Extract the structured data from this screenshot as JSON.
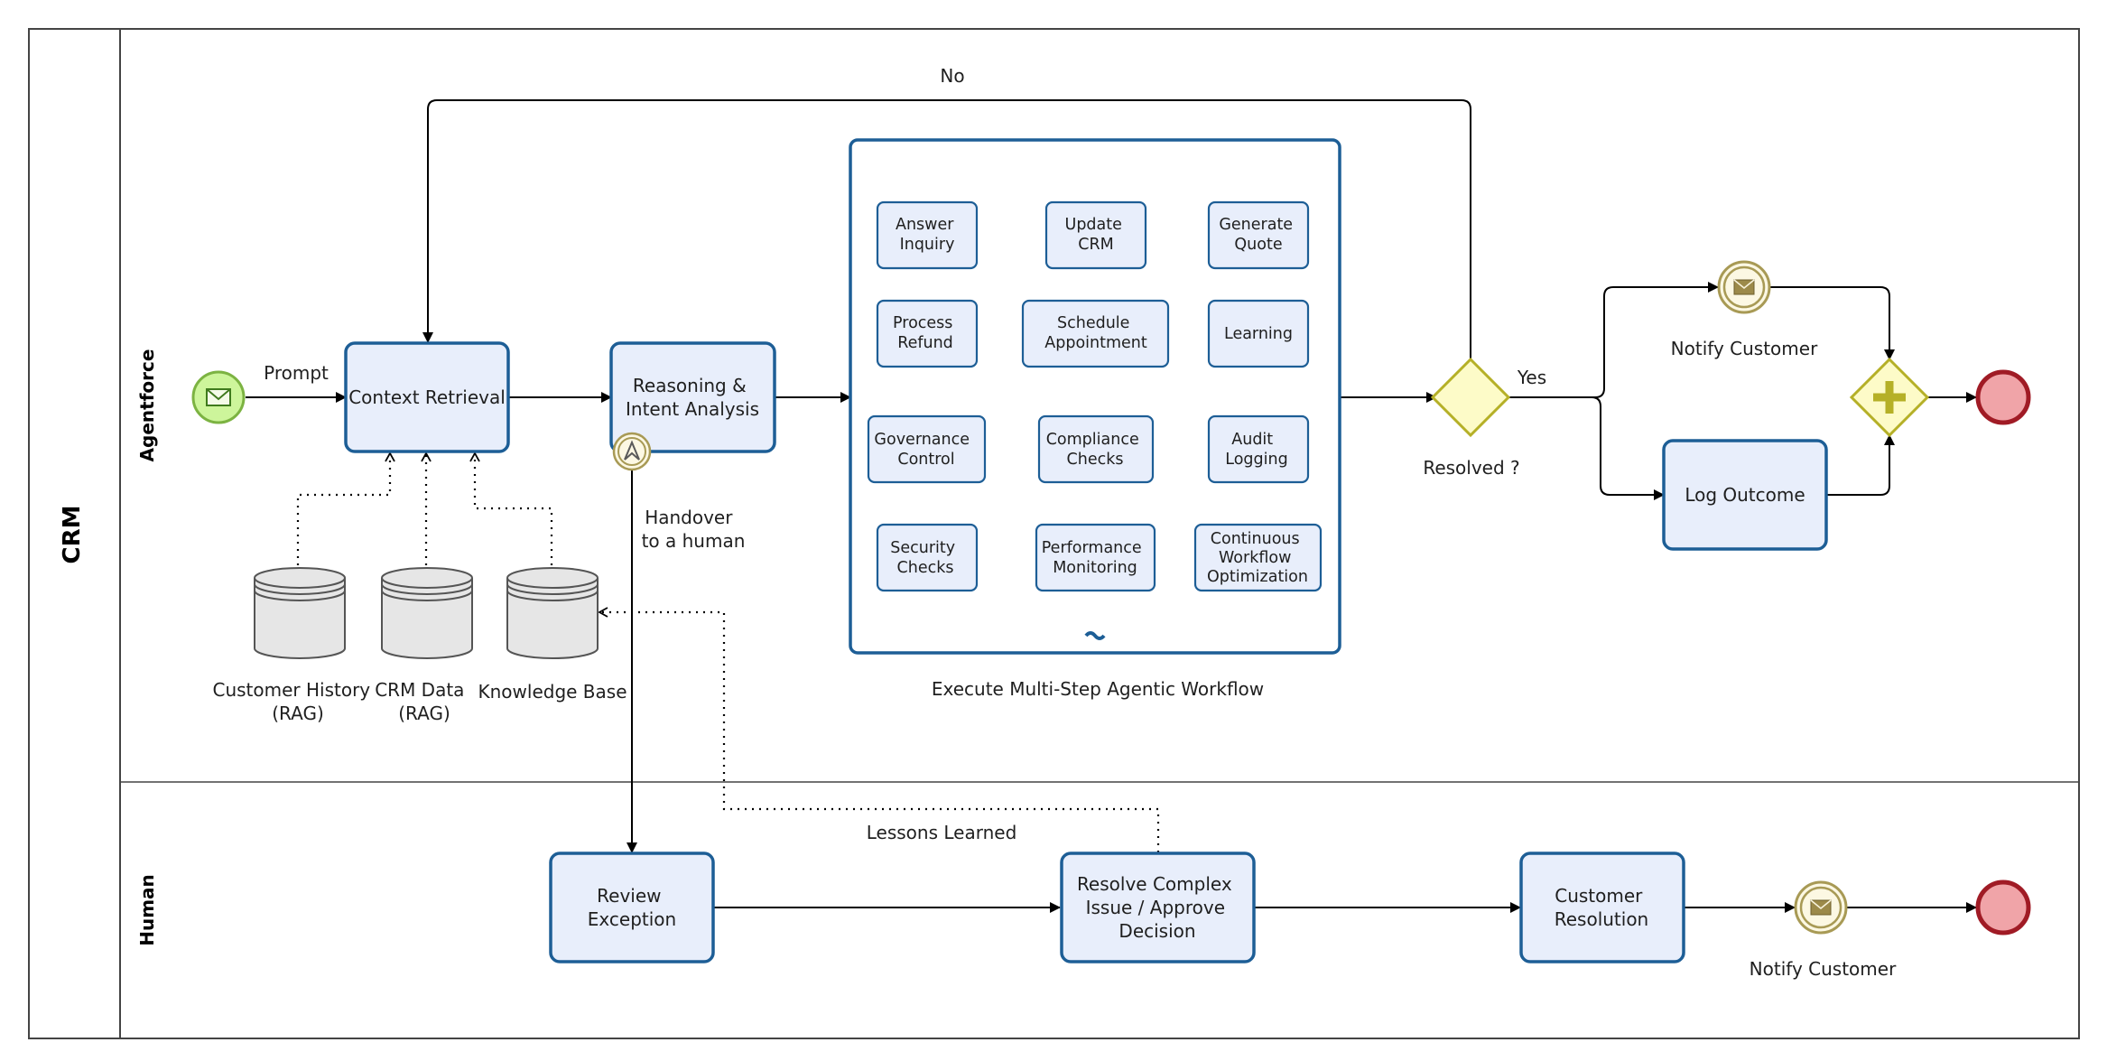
{
  "pool": {
    "label": "CRM"
  },
  "lanes": {
    "agentforce": "Agentforce",
    "human": "Human"
  },
  "flow_labels": {
    "prompt": "Prompt",
    "no": "No",
    "yes": "Yes",
    "resolved": "Resolved ?",
    "handover": [
      "Handover",
      "to a human"
    ],
    "lessons": "Lessons Learned"
  },
  "tasks": {
    "context_retrieval": [
      "Context Retrieval"
    ],
    "reasoning": [
      "Reasoning &",
      "Intent Analysis"
    ],
    "log_outcome": [
      "Log Outcome"
    ],
    "review_exception": [
      "Review",
      "Exception"
    ],
    "resolve_complex": [
      "Resolve Complex",
      "Issue / Approve",
      "Decision"
    ],
    "customer_resolution": [
      "Customer",
      "Resolution"
    ]
  },
  "subprocess": {
    "label": "Execute Multi-Step Agentic Workflow",
    "items": [
      [
        "Answer",
        "Inquiry"
      ],
      [
        "Update",
        "CRM"
      ],
      [
        "Generate",
        "Quote"
      ],
      [
        "Process",
        "Refund"
      ],
      [
        "Schedule",
        "Appointment"
      ],
      [
        "Learning"
      ],
      [
        "Governance",
        "Control"
      ],
      [
        "Compliance",
        "Checks"
      ],
      [
        "Audit",
        "Logging"
      ],
      [
        "Security",
        "Checks"
      ],
      [
        "Performance",
        "Monitoring"
      ],
      [
        "Continuous",
        "Workflow",
        "Optimization"
      ]
    ]
  },
  "data_stores": [
    [
      "Customer History",
      "(RAG)"
    ],
    [
      "CRM Data",
      "(RAG)"
    ],
    [
      "Knowledge Base"
    ]
  ],
  "events": {
    "notify_customer_top": "Notify Customer",
    "notify_customer_bottom": "Notify Customer"
  },
  "colors": {
    "task_fill": "#e8eefb",
    "task_stroke": "#1d5e96",
    "start_fill": "#cdf59b",
    "start_stroke": "#7cb342",
    "end_fill": "#f0a4a8",
    "end_stroke": "#a01b25",
    "gateway_fill": "#fdfbc8",
    "gateway_stroke": "#b5b027",
    "event_fill": "#fcf8e3",
    "event_stroke": "#a89a55"
  }
}
